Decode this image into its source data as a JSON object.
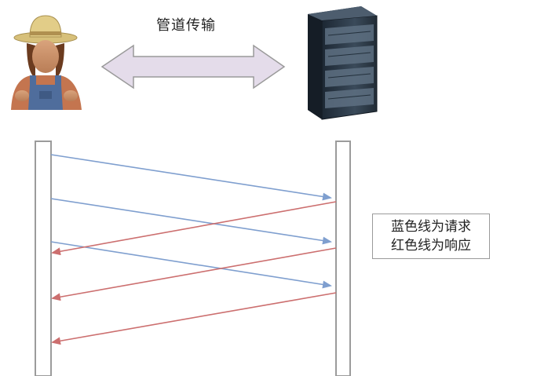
{
  "title": "管道传输",
  "legend": {
    "line1": "蓝色线为请求",
    "line2": "红色线为响应"
  },
  "colors": {
    "request": "#7f9fcf",
    "response": "#cc6f6f",
    "pipe_fill": "#e4dcea",
    "pipe_stroke": "#9a9a9a",
    "lifeline": "#9b9b9b"
  },
  "icons": {
    "client": "farmer-person-icon",
    "server": "server-rack-icon"
  },
  "messages": {
    "requests": 3,
    "responses": 3
  }
}
